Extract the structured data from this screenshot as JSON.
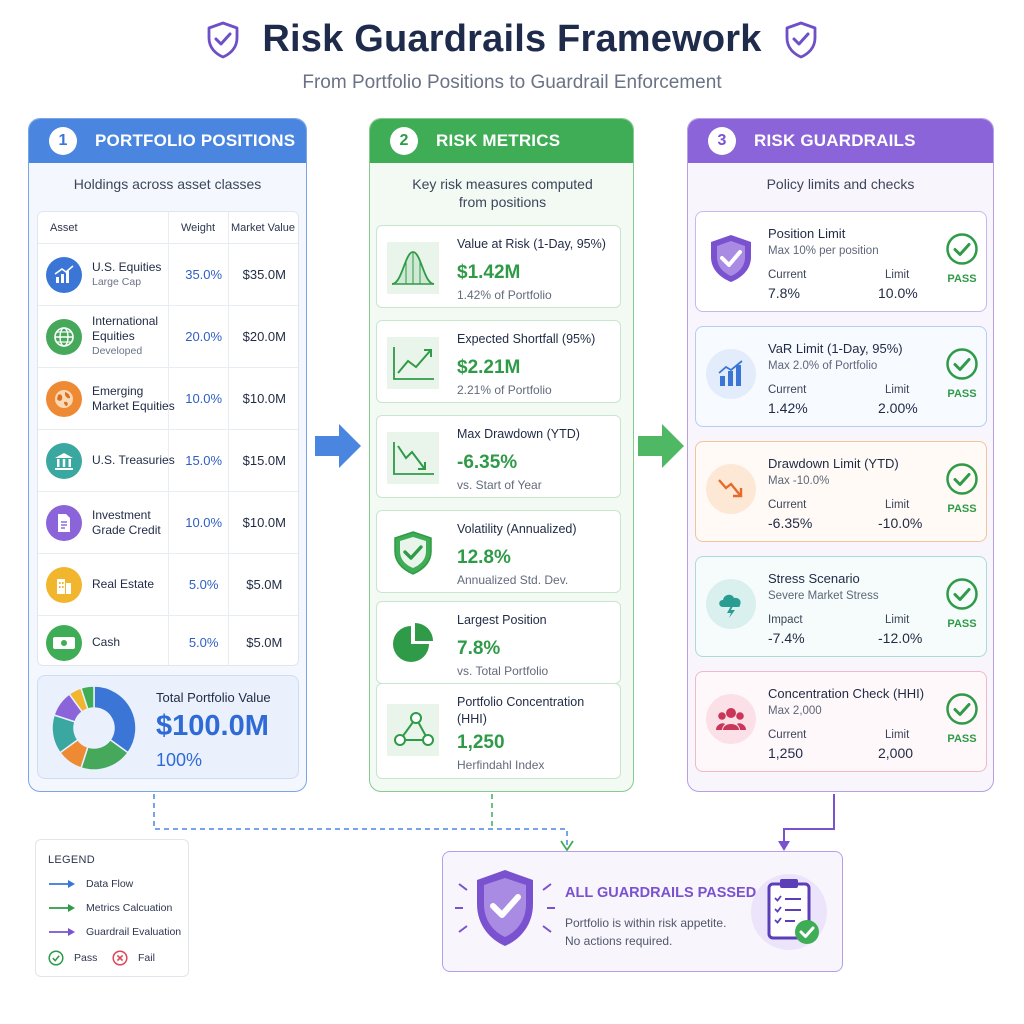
{
  "header": {
    "title": "Risk Guardrails Framework",
    "subtitle": "From Portfolio Positions to Guardrail Enforcement"
  },
  "colors": {
    "blue": "#4a86e0",
    "green": "#3fad55",
    "purple": "#8a64d8",
    "orange": "#f08a3c",
    "red": "#e0455a"
  },
  "positions": {
    "number": "1",
    "title": "PORTFOLIO POSITIONS",
    "description": "Holdings across asset classes",
    "columns": {
      "asset": "Asset",
      "weight": "Weight",
      "market_value": "Market Value"
    },
    "rows": [
      {
        "name": "U.S. Equities",
        "sub": "Large Cap",
        "weight": "35.0%",
        "value": "$35.0M",
        "icon": "bar-chart-icon",
        "color": "#3b76d6",
        "pct": 35
      },
      {
        "name": "International Equities",
        "sub": "Developed",
        "weight": "20.0%",
        "value": "$20.0M",
        "icon": "globe-icon",
        "color": "#46a85a",
        "pct": 20
      },
      {
        "name": "Emerging Market Equities",
        "sub": "",
        "weight": "10.0%",
        "value": "$10.0M",
        "icon": "earth-icon",
        "color": "#ef8a34",
        "pct": 10
      },
      {
        "name": "U.S. Treasuries",
        "sub": "",
        "weight": "15.0%",
        "value": "$15.0M",
        "icon": "bank-icon",
        "color": "#3aa8a0",
        "pct": 15
      },
      {
        "name": "Investment Grade Credit",
        "sub": "",
        "weight": "10.0%",
        "value": "$10.0M",
        "icon": "document-icon",
        "color": "#8a64d8",
        "pct": 10
      },
      {
        "name": "Real Estate",
        "sub": "",
        "weight": "5.0%",
        "value": "$5.0M",
        "icon": "building-icon",
        "color": "#f1b52e",
        "pct": 5
      },
      {
        "name": "Cash",
        "sub": "",
        "weight": "5.0%",
        "value": "$5.0M",
        "icon": "cash-icon",
        "color": "#3fad55",
        "pct": 5
      }
    ],
    "total_label": "Total Portfolio Value",
    "total_value": "$100.0M",
    "total_pct": "100%"
  },
  "metrics": {
    "number": "2",
    "title": "RISK METRICS",
    "description": "Key risk measures computed from positions",
    "items": [
      {
        "name": "Value at Risk (1-Day, 95%)",
        "value": "$1.42M",
        "sub": "1.42% of Portfolio",
        "icon": "bell-curve-icon"
      },
      {
        "name": "Expected Shortfall (95%)",
        "value": "$2.21M",
        "sub": "2.21% of Portfolio",
        "icon": "trend-up-icon"
      },
      {
        "name": "Max Drawdown (YTD)",
        "value": "-6.35%",
        "sub": "vs. Start of Year",
        "icon": "trend-down-icon"
      },
      {
        "name": "Volatility (Annualized)",
        "value": "12.8%",
        "sub": "Annualized Std. Dev.",
        "icon": "shield-check-icon"
      },
      {
        "name": "Largest Position",
        "value": "7.8%",
        "sub": "vs. Total Portfolio",
        "icon": "pie-icon"
      },
      {
        "name": "Portfolio Concentration (HHI)",
        "value": "1,250",
        "sub": "Herfindahl Index",
        "icon": "network-icon"
      }
    ]
  },
  "guardrails": {
    "number": "3",
    "title": "RISK GUARDRAILS",
    "description": "Policy limits and checks",
    "items": [
      {
        "name": "Position Limit",
        "sub": "Max 10% per position",
        "label1": "Current",
        "value1": "7.8%",
        "label2": "Limit",
        "value2": "10.0%",
        "status": "PASS",
        "icon": "shield-icon"
      },
      {
        "name": "VaR Limit (1-Day, 95%)",
        "sub": "Max 2.0% of Portfolio",
        "label1": "Current",
        "value1": "1.42%",
        "label2": "Limit",
        "value2": "2.00%",
        "status": "PASS",
        "icon": "bar-chart-icon"
      },
      {
        "name": "Drawdown Limit (YTD)",
        "sub": "Max -10.0%",
        "label1": "Current",
        "value1": "-6.35%",
        "label2": "Limit",
        "value2": "-10.0%",
        "status": "PASS",
        "icon": "trend-down-icon"
      },
      {
        "name": "Stress Scenario",
        "sub": "Severe Market Stress",
        "label1": "Impact",
        "value1": "-7.4%",
        "label2": "Limit",
        "value2": "-12.0%",
        "status": "PASS",
        "icon": "storm-cloud-icon"
      },
      {
        "name": "Concentration Check (HHI)",
        "sub": "Max 2,000",
        "label1": "Current",
        "value1": "1,250",
        "label2": "Limit",
        "value2": "2,000",
        "status": "PASS",
        "icon": "people-icon"
      }
    ]
  },
  "legend": {
    "title": "LEGEND",
    "data_flow": "Data Flow",
    "metrics_calc": "Metrics Calcuation",
    "guardrail_eval": "Guardrail Evaluation",
    "pass": "Pass",
    "fail": "Fail"
  },
  "result": {
    "title": "ALL GUARDRAILS PASSED",
    "message": "Portfolio is within risk appetite. No actions required."
  }
}
